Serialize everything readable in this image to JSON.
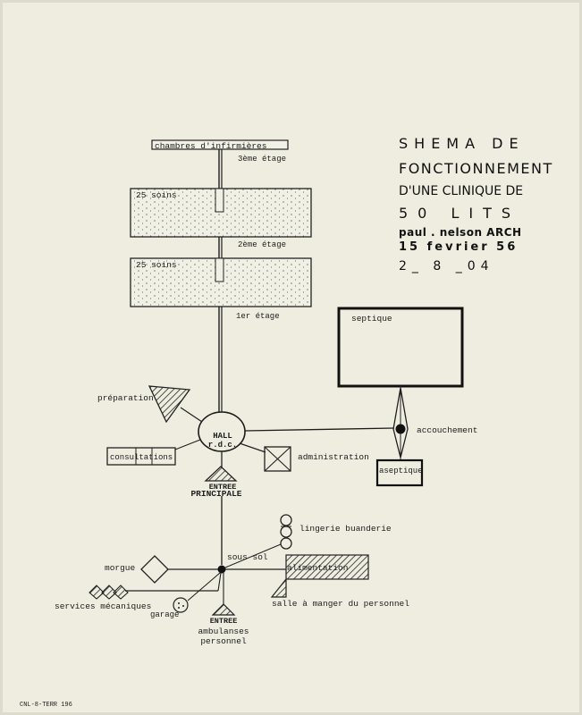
{
  "title": {
    "lines": [
      "SHEMA DE",
      "FONCTIONNEMENT",
      "D'UNE CLINIQUE DE",
      "50 LITS"
    ],
    "author": "paul . nelson ARCH",
    "date": "15 fevrier 56",
    "ref": "2_ 8 _04"
  },
  "floors": {
    "top_box": "chambres d'infirmières",
    "third": "3ème étage",
    "box2": "25 soins",
    "second": "2ème étage",
    "box1": "25 soins",
    "first": "1er étage"
  },
  "ground": {
    "hall": "HALL",
    "rdc": "r.d.c.",
    "preparation": "préparation",
    "consultations": "consultations",
    "administration": "administration",
    "entree": "ENTREE",
    "principale": "PRINCIPALE",
    "septique": "septique",
    "accouchement": "accouchement",
    "aseptique": "aseptique"
  },
  "basement": {
    "sous_sol": "sous sol",
    "lingerie": "lingerie buanderie",
    "alimentation": "alimentation",
    "salle": "salle à manger du personnel",
    "morgue": "morgue",
    "services": "services mécaniques",
    "garage": "garage",
    "entree": "ENTREE",
    "ambulanses": "ambulanses",
    "personnel": "personnel"
  },
  "footer": "CNL-8-TERR 196"
}
